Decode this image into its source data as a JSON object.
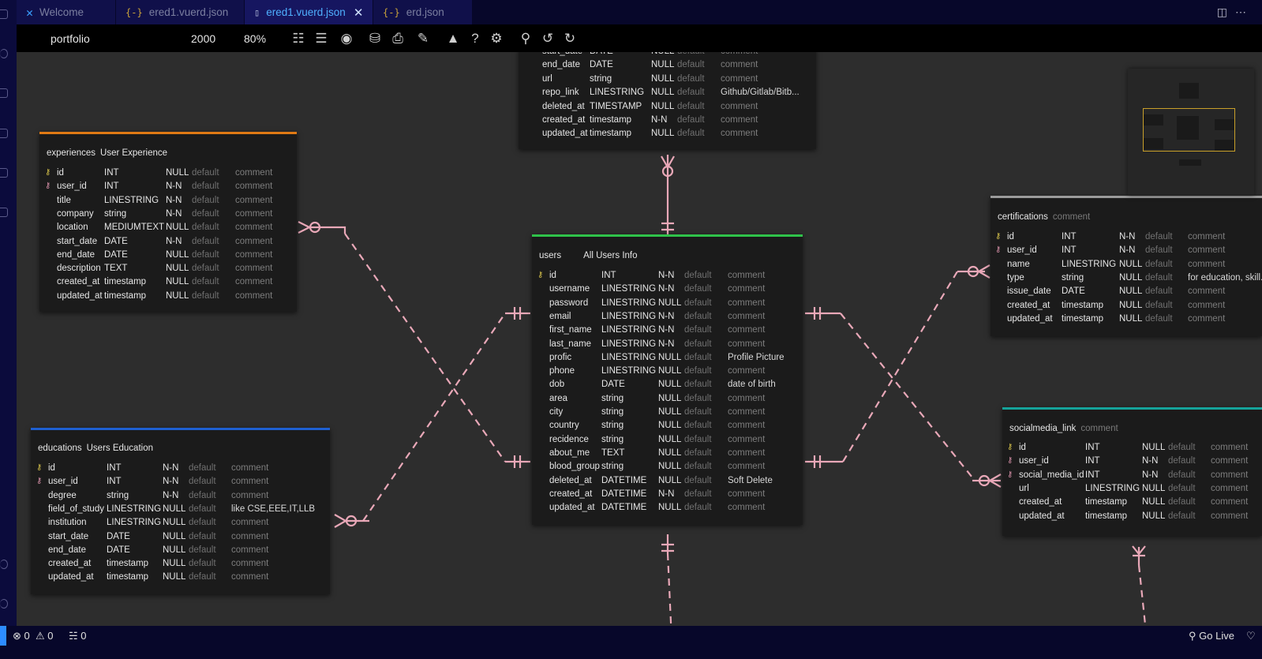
{
  "tabs": [
    {
      "label": "Welcome",
      "icon": "vscode-logo-icon"
    },
    {
      "label": "ered1.vuerd.json",
      "icon": "braces-icon"
    },
    {
      "label": "ered1.vuerd.json",
      "icon": "file-icon",
      "active": true
    },
    {
      "label": "erd.json",
      "icon": "braces-icon"
    }
  ],
  "toolbar": {
    "db_name": "portfolio",
    "canvas_size": "2000",
    "zoom": "80%"
  },
  "projects_table": {
    "rows": [
      {
        "name": "start_date",
        "type": "DATE",
        "null": "NULL",
        "default": "default",
        "comment": "comment"
      },
      {
        "name": "end_date",
        "type": "DATE",
        "null": "NULL",
        "default": "default",
        "comment": "comment"
      },
      {
        "name": "url",
        "type": "string",
        "null": "NULL",
        "default": "default",
        "comment": "comment"
      },
      {
        "name": "repo_link",
        "type": "LINESTRING",
        "null": "NULL",
        "default": "default",
        "comment": "Github/Gitlab/Bitb..."
      },
      {
        "name": "deleted_at",
        "type": "TIMESTAMP",
        "null": "NULL",
        "default": "default",
        "comment": "comment"
      },
      {
        "name": "created_at",
        "type": "timestamp",
        "null": "N-N",
        "default": "default",
        "comment": "comment"
      },
      {
        "name": "updated_at",
        "type": "timestamp",
        "null": "NULL",
        "default": "default",
        "comment": "comment"
      }
    ]
  },
  "experiences_table": {
    "name": "experiences",
    "comment": "User Experience",
    "accent": "#e07a14",
    "rows": [
      {
        "key": "pk",
        "name": "id",
        "type": "INT",
        "null": "NULL",
        "default": "default",
        "comment": "comment"
      },
      {
        "key": "fk",
        "name": "user_id",
        "type": "INT",
        "null": "N-N",
        "default": "default",
        "comment": "comment"
      },
      {
        "name": "title",
        "type": "LINESTRING",
        "null": "N-N",
        "default": "default",
        "comment": "comment"
      },
      {
        "name": "company",
        "type": "string",
        "null": "N-N",
        "default": "default",
        "comment": "comment"
      },
      {
        "name": "location",
        "type": "MEDIUMTEXT",
        "null": "NULL",
        "default": "default",
        "comment": "comment"
      },
      {
        "name": "start_date",
        "type": "DATE",
        "null": "N-N",
        "default": "default",
        "comment": "comment"
      },
      {
        "name": "end_date",
        "type": "DATE",
        "null": "NULL",
        "default": "default",
        "comment": "comment"
      },
      {
        "name": "description",
        "type": "TEXT",
        "null": "NULL",
        "default": "default",
        "comment": "comment"
      },
      {
        "name": "created_at",
        "type": "timestamp",
        "null": "NULL",
        "default": "default",
        "comment": "comment"
      },
      {
        "name": "updated_at",
        "type": "timestamp",
        "null": "NULL",
        "default": "default",
        "comment": "comment"
      }
    ]
  },
  "educations_table": {
    "name": "educations",
    "comment": "Users Education",
    "accent": "#1f5fd0",
    "rows": [
      {
        "key": "pk",
        "name": "id",
        "type": "INT",
        "null": "N-N",
        "default": "default",
        "comment": "comment"
      },
      {
        "key": "fk",
        "name": "user_id",
        "type": "INT",
        "null": "N-N",
        "default": "default",
        "comment": "comment"
      },
      {
        "name": "degree",
        "type": "string",
        "null": "N-N",
        "default": "default",
        "comment": "comment"
      },
      {
        "name": "field_of_study",
        "type": "LINESTRING",
        "null": "NULL",
        "default": "default",
        "comment": "like CSE,EEE,IT,LLB"
      },
      {
        "name": "institution",
        "type": "LINESTRING",
        "null": "NULL",
        "default": "default",
        "comment": "comment"
      },
      {
        "name": "start_date",
        "type": "DATE",
        "null": "NULL",
        "default": "default",
        "comment": "comment"
      },
      {
        "name": "end_date",
        "type": "DATE",
        "null": "NULL",
        "default": "default",
        "comment": "comment"
      },
      {
        "name": "created_at",
        "type": "timestamp",
        "null": "NULL",
        "default": "default",
        "comment": "comment"
      },
      {
        "name": "updated_at",
        "type": "timestamp",
        "null": "NULL",
        "default": "default",
        "comment": "comment"
      }
    ]
  },
  "users_table": {
    "name": "users",
    "comment": "All Users Info",
    "accent": "#2fc24a",
    "rows": [
      {
        "key": "pk",
        "name": "id",
        "type": "INT",
        "null": "N-N",
        "default": "default",
        "comment": "comment"
      },
      {
        "name": "username",
        "type": "LINESTRING",
        "null": "N-N",
        "default": "default",
        "comment": "comment"
      },
      {
        "name": "password",
        "type": "LINESTRING",
        "null": "NULL",
        "default": "default",
        "comment": "comment"
      },
      {
        "name": "email",
        "type": "LINESTRING",
        "null": "N-N",
        "default": "default",
        "comment": "comment"
      },
      {
        "name": "first_name",
        "type": "LINESTRING",
        "null": "N-N",
        "default": "default",
        "comment": "comment"
      },
      {
        "name": "last_name",
        "type": "LINESTRING",
        "null": "N-N",
        "default": "default",
        "comment": "comment"
      },
      {
        "name": "profic",
        "type": "LINESTRING",
        "null": "NULL",
        "default": "default",
        "comment": "Profile Picture"
      },
      {
        "name": "phone",
        "type": "LINESTRING",
        "null": "NULL",
        "default": "default",
        "comment": "comment"
      },
      {
        "name": "dob",
        "type": "DATE",
        "null": "NULL",
        "default": "default",
        "comment": "date of birth"
      },
      {
        "name": "area",
        "type": "string",
        "null": "NULL",
        "default": "default",
        "comment": "comment"
      },
      {
        "name": "city",
        "type": "string",
        "null": "NULL",
        "default": "default",
        "comment": "comment"
      },
      {
        "name": "country",
        "type": "string",
        "null": "NULL",
        "default": "default",
        "comment": "comment"
      },
      {
        "name": "recidence",
        "type": "string",
        "null": "NULL",
        "default": "default",
        "comment": "comment"
      },
      {
        "name": "about_me",
        "type": "TEXT",
        "null": "NULL",
        "default": "default",
        "comment": "comment"
      },
      {
        "name": "blood_group",
        "type": "string",
        "null": "NULL",
        "default": "default",
        "comment": "comment"
      },
      {
        "name": "deleted_at",
        "type": "DATETIME",
        "null": "NULL",
        "default": "default",
        "comment": "Soft Delete"
      },
      {
        "name": "created_at",
        "type": "DATETIME",
        "null": "N-N",
        "default": "default",
        "comment": "comment"
      },
      {
        "name": "updated_at",
        "type": "DATETIME",
        "null": "NULL",
        "default": "default",
        "comment": "comment"
      }
    ]
  },
  "certifications_table": {
    "name": "certifications",
    "comment": "comment",
    "accent": "#9a9a9a",
    "rows": [
      {
        "key": "pk",
        "name": "id",
        "type": "INT",
        "null": "N-N",
        "default": "default",
        "comment": "comment"
      },
      {
        "key": "fk",
        "name": "user_id",
        "type": "INT",
        "null": "N-N",
        "default": "default",
        "comment": "comment"
      },
      {
        "name": "name",
        "type": "LINESTRING",
        "null": "NULL",
        "default": "default",
        "comment": "comment"
      },
      {
        "name": "type",
        "type": "string",
        "null": "NULL",
        "default": "default",
        "comment": "for education, skill..."
      },
      {
        "name": "issue_date",
        "type": "DATE",
        "null": "NULL",
        "default": "default",
        "comment": "comment"
      },
      {
        "name": "created_at",
        "type": "timestamp",
        "null": "NULL",
        "default": "default",
        "comment": "comment"
      },
      {
        "name": "updated_at",
        "type": "timestamp",
        "null": "NULL",
        "default": "default",
        "comment": "comment"
      }
    ]
  },
  "socialmedia_table": {
    "name": "socialmedia_link",
    "comment": "comment",
    "accent": "#15a39a",
    "rows": [
      {
        "key": "pk",
        "name": "id",
        "type": "INT",
        "null": "NULL",
        "default": "default",
        "comment": "comment"
      },
      {
        "key": "fk",
        "name": "user_id",
        "type": "INT",
        "null": "N-N",
        "default": "default",
        "comment": "comment"
      },
      {
        "key": "fk",
        "name": "social_media_id",
        "type": "INT",
        "null": "N-N",
        "default": "default",
        "comment": "comment"
      },
      {
        "name": "url",
        "type": "LINESTRING",
        "null": "NULL",
        "default": "default",
        "comment": "comment"
      },
      {
        "name": "created_at",
        "type": "timestamp",
        "null": "NULL",
        "default": "default",
        "comment": "comment"
      },
      {
        "name": "updated_at",
        "type": "timestamp",
        "null": "NULL",
        "default": "default",
        "comment": "comment"
      }
    ]
  },
  "status": {
    "errors": "0",
    "warnings": "0",
    "ports": "0",
    "go_live": "Go Live"
  },
  "colors": {
    "relation_line": "#e9a8b8"
  }
}
